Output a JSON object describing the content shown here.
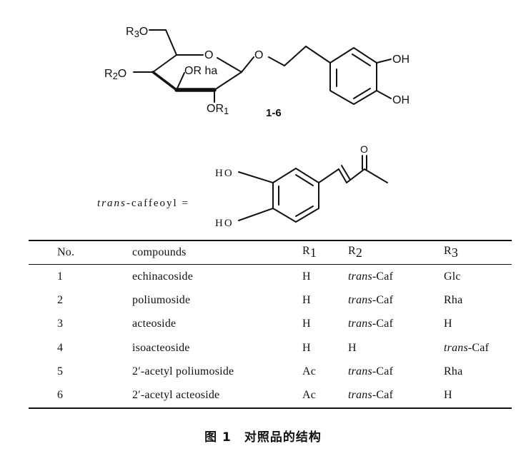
{
  "structure1": {
    "label_r3o": "R",
    "label_r3o_sub": "3",
    "label_r3o_o": "O",
    "label_r2o": "R",
    "label_r2o_sub": "2",
    "label_r2o_o": "O",
    "label_ring_o": "O",
    "label_orha": "OR ha",
    "label_or1": "OR",
    "label_or1_sub": "1",
    "label_link_o": "O",
    "label_oh_top": "OH",
    "label_oh_bottom": "OH",
    "compound_range": "1-6"
  },
  "structure2": {
    "lhs_italic": "trans",
    "lhs_rest": "-caffeoyl =",
    "label_ho_top": "HO",
    "label_ho_bottom": "HO",
    "label_carbonyl_o": "O"
  },
  "table": {
    "headers": {
      "no": "No.",
      "compounds": "compounds",
      "r1": "R",
      "r1_sub": "1",
      "r2": "R",
      "r2_sub": "2",
      "r3": "R",
      "r3_sub": "3"
    },
    "rows": [
      {
        "no": "1",
        "compound": "echinacoside",
        "r1": "H",
        "r2_italic": "trans",
        "r2_rest": "-Caf",
        "r3_italic": "",
        "r3_rest": "Glc"
      },
      {
        "no": "2",
        "compound": "poliumoside",
        "r1": "H",
        "r2_italic": "trans",
        "r2_rest": "-Caf",
        "r3_italic": "",
        "r3_rest": "Rha"
      },
      {
        "no": "3",
        "compound": "acteoside",
        "r1": "H",
        "r2_italic": "trans",
        "r2_rest": "-Caf",
        "r3_italic": "",
        "r3_rest": "H"
      },
      {
        "no": "4",
        "compound": "isoacteoside",
        "r1": "H",
        "r2_italic": "",
        "r2_rest": "H",
        "r3_italic": "trans",
        "r3_rest": "-Caf"
      },
      {
        "no": "5",
        "compound": "2′-acetyl poliumoside",
        "r1": "Ac",
        "r2_italic": "trans",
        "r2_rest": "-Caf",
        "r3_italic": "",
        "r3_rest": "Rha"
      },
      {
        "no": "6",
        "compound": "2′-acetyl acteoside",
        "r1": "Ac",
        "r2_italic": "trans",
        "r2_rest": "-Caf",
        "r3_italic": "",
        "r3_rest": "H"
      }
    ]
  },
  "caption": "图 1　对照品的结构"
}
